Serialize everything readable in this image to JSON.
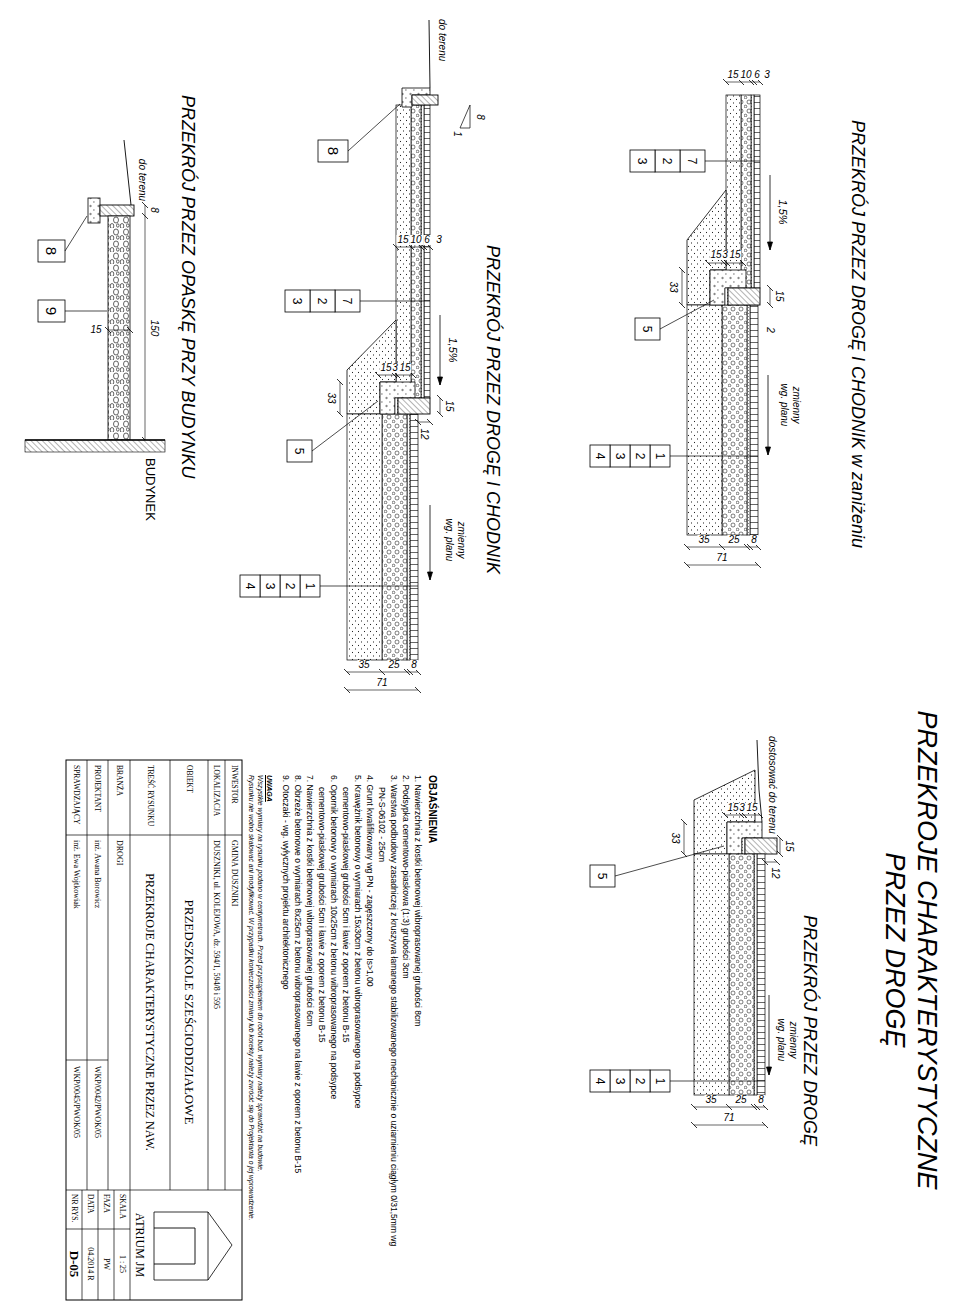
{
  "diagram": {
    "title": "PRZEKROJE CHARAKTERYSTYCZNE PRZEZ DROGĘ",
    "labels": [
      "PRZEKRÓJ PRZEZ DROGĘ I CHODNIK w zaniżeniu",
      "3",
      "10",
      "6",
      "15",
      "1,5%",
      "7",
      "2",
      "3",
      "15",
      "2",
      "15",
      "3",
      "15",
      "33",
      "5",
      "zmienny wg. planu",
      "1",
      "2",
      "3",
      "4",
      "35",
      "25",
      "8",
      "71",
      "PRZEKRÓJ PRZEZ DROGĘ I CHODNIK",
      "do terenu",
      "1",
      "8",
      "8",
      "3",
      "15",
      "10",
      "6",
      "1,5%",
      "7",
      "2",
      "3",
      "15",
      "12",
      "15",
      "3",
      "15",
      "33",
      "5",
      "zmienny wg. planu",
      "1",
      "2",
      "3",
      "4",
      "35",
      "25",
      "8",
      "71",
      "PRZEKRÓJ PRZEZ OPASKĘ PRZY BUDYNKU",
      "do terenu",
      "8",
      "150",
      "15",
      "8",
      "9",
      "BUDYNEK",
      "PRZEKRÓJ PRZEZ DROGĘ",
      "dostosować do terenu",
      "15",
      "15",
      "3",
      "15",
      "33",
      "12",
      "5",
      "zmienny wg. planu",
      "1",
      "2",
      "3",
      "4",
      "35",
      "25",
      "8",
      "71",
      "OBJAŚNIENIA",
      "1. Nawierzchnia z kostki betonowej wibroprasowanej grubości 8cm",
      "2. Podsypka cementowo-piaskowa (1:3) grubości 3cm",
      "3. Warstwa podbudowy zasadniczej z kruszywa łamanego stabilizowanego mechanicznie o uziarnieniu ciągłym 0/31,5mm wg PN-S-06102 - 25cm",
      "4. Grunt kwalifikowany wg PN - zagęszczony do Is>1,00",
      "5. Krawężnik betonowy o wymiarach 15x30cm z betonu wibroprasowanego na podsypce cementowo-piaskowej grubości 5cm i ławie z oporem z betonu B-15",
      "6. Opornik betonowy o wymiarach 10x25cm z betonu wibroprasowanego na podsypce cementowo-piaskowej grubości 5cm i ławie z oporem z betonu B-15",
      "7. Nawierzchnia z kostki betonowej wibroprasowanej grubości 6cm",
      "8. Obrzeże betonowe o wymiarach 8x25cm z betonu wibroprasowanego na ławie z oporem z betonu B-15",
      "9. Otoczaki - wg. wyłycznych projektu architektonicznego",
      "UWAGA",
      "Wszystkie wymiary na rysunku podano w centymetrach. Przed przystąpieniem do robót bud. wymiary należy sprawdzić na budowie.",
      "Rysunku nie wolno skalować ani modyfikować. W przypadku konieczności zmiany lub korekty należy zwrócić się do Projektanta o jej wprowadzenie.",
      "INWESTOR",
      "GMINA DUSZNIKI",
      "LOKALIZACJA",
      "DUSZNIKI, ul. KOLEJOWA, dz. 594/1, 594/8 i 595",
      "OBIEKT",
      "PRZEDSZKOLE SZEŚCIODDZIAŁOWE",
      "TREŚĆ RYSUNKU",
      "PRZEKROJE CHARAKTERYSTYCZNE PRZEZ NAW.",
      "BRANŻA",
      "DROGI",
      "PROJEKTANT",
      "inż. Awana Borowicz",
      "WKP/0042/PWOK/05",
      "SPRAWDZAJĄCY",
      "inż. Ewa Wojtkowiak",
      "WKP/0045/PWOK/05",
      "ATRIUM JM",
      "SKALA",
      "1 : 25",
      "FAZA",
      "PW",
      "DATA",
      "04.2014 R",
      "NR RYS.",
      "D-05"
    ]
  }
}
